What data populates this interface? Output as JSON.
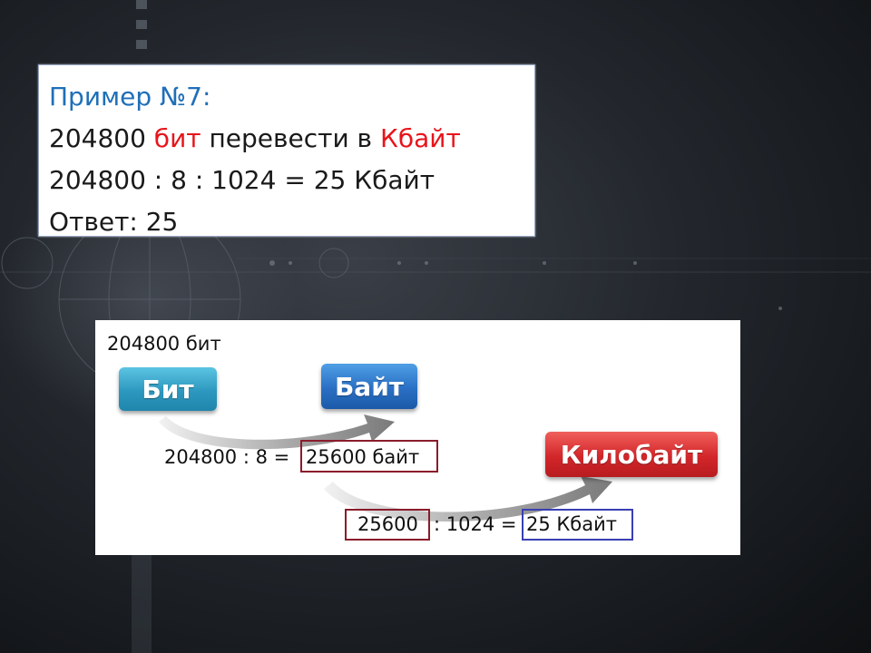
{
  "example": {
    "title": "Пример №7:",
    "line1": {
      "number": "204800",
      "unit_from": "бит",
      "verb": "перевести в",
      "unit_to": "Кбайт"
    },
    "line2": "204800 : 8 : 1024 = 25 Кбайт",
    "line3": "Ответ:  25"
  },
  "diagram": {
    "start_label": "204800 бит",
    "button_bit": "Бит",
    "button_byte": "Байт",
    "button_kilobyte": "Килобайт",
    "step1_expr": "204800 : 8 =",
    "step1_result": "25600 байт",
    "step2_operand": "25600",
    "step2_expr": ": 1024 =",
    "step2_result": "25 Кбайт"
  },
  "colors": {
    "title_blue": "#1f6fb8",
    "accent_red": "#e8141b",
    "frame_maroon": "#8a1c2a",
    "frame_blue": "#3a3fb3"
  }
}
